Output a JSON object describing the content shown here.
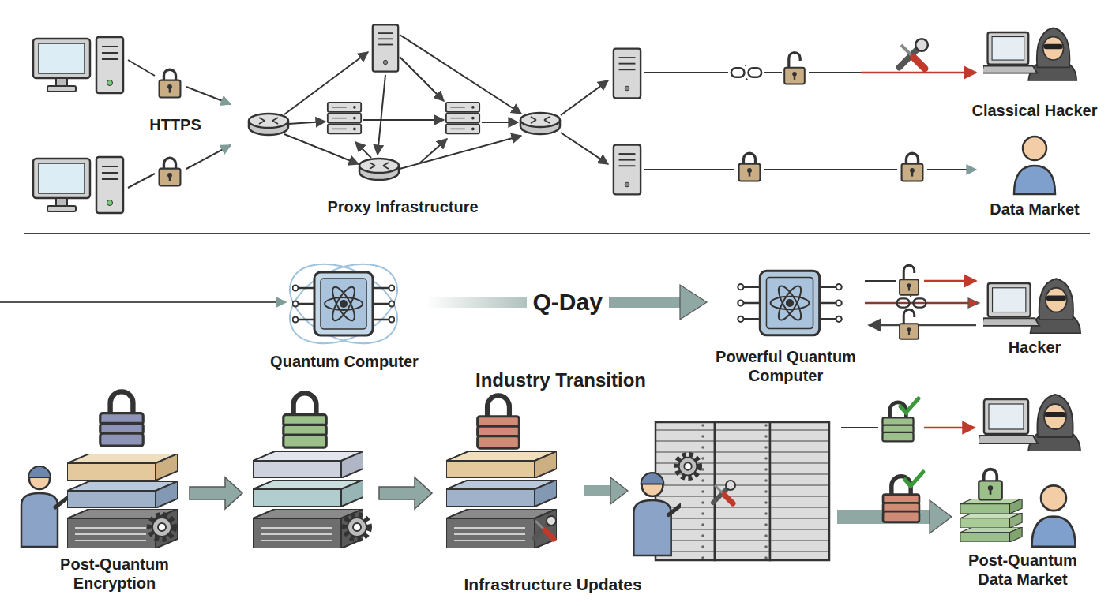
{
  "diagram": {
    "nodes": [
      {
        "text": [
          "Classical Hacker"
        ]
      },
      {
        "text": [
          "Data Market"
        ]
      },
      {
        "text": [
          "Quantum Computer"
        ]
      },
      {
        "text": [
          "Powerful Quantum Computer"
        ]
      },
      {
        "text": [
          "Hacker"
        ]
      },
      {
        "text": [
          "Post-Quantum Encryption"
        ]
      },
      {
        "text": [
          "Industry Transition"
        ]
      },
      {
        "text": [
          "Infrastructure Updates"
        ]
      },
      {
        "text": [
          "Post-Quantum Data Market"
        ]
      }
    ],
    "edges": [
      {
        "from": 2,
        "to": 3,
        "arrow": "to",
        "label": "Q-Day"
      },
      {
        "from": 3,
        "to": 4,
        "arrow": "to"
      },
      {
        "from": 6,
        "to": 7,
        "arrow": "to"
      },
      {
        "from": 7,
        "to": 8,
        "arrow": "to"
      }
    ],
    "labels": [
      "HTTPS",
      "Proxy Infrastructure"
    ]
  }
}
